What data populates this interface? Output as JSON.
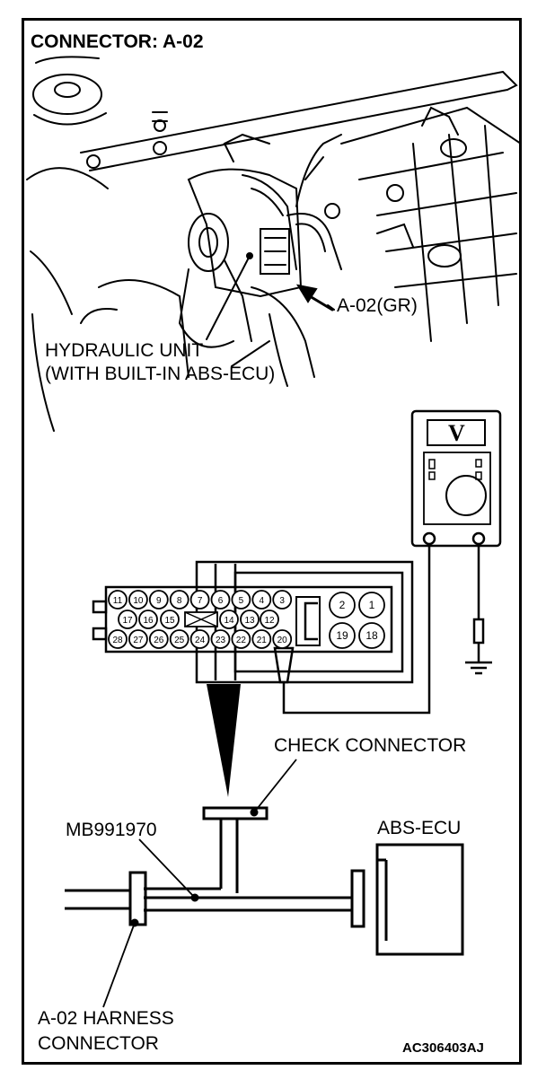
{
  "title": "CONNECTOR: A-02",
  "labels": {
    "connector_id": "A-02(GR)",
    "hydraulic_unit_line1": "HYDRAULIC UNIT",
    "hydraulic_unit_line2": "(WITH BUILT-IN ABS-ECU)",
    "check_connector": "CHECK CONNECTOR",
    "tool_number": "MB991970",
    "ecu": "ABS-ECU",
    "harness_line1": "A-02 HARNESS",
    "harness_line2": "CONNECTOR",
    "figure_code": "AC306403AJ",
    "meter_unit": "V"
  },
  "pins": {
    "row1": [
      "11",
      "10",
      "9",
      "8",
      "7",
      "6",
      "5",
      "4",
      "3"
    ],
    "row2": [
      "17",
      "16",
      "15",
      "14",
      "13",
      "12"
    ],
    "row3": [
      "28",
      "27",
      "26",
      "25",
      "24",
      "23",
      "22",
      "21",
      "20"
    ],
    "right_top": [
      "2",
      "1"
    ],
    "right_bottom": [
      "19",
      "18"
    ]
  },
  "colors": {
    "line": "#000000",
    "background": "#ffffff"
  }
}
